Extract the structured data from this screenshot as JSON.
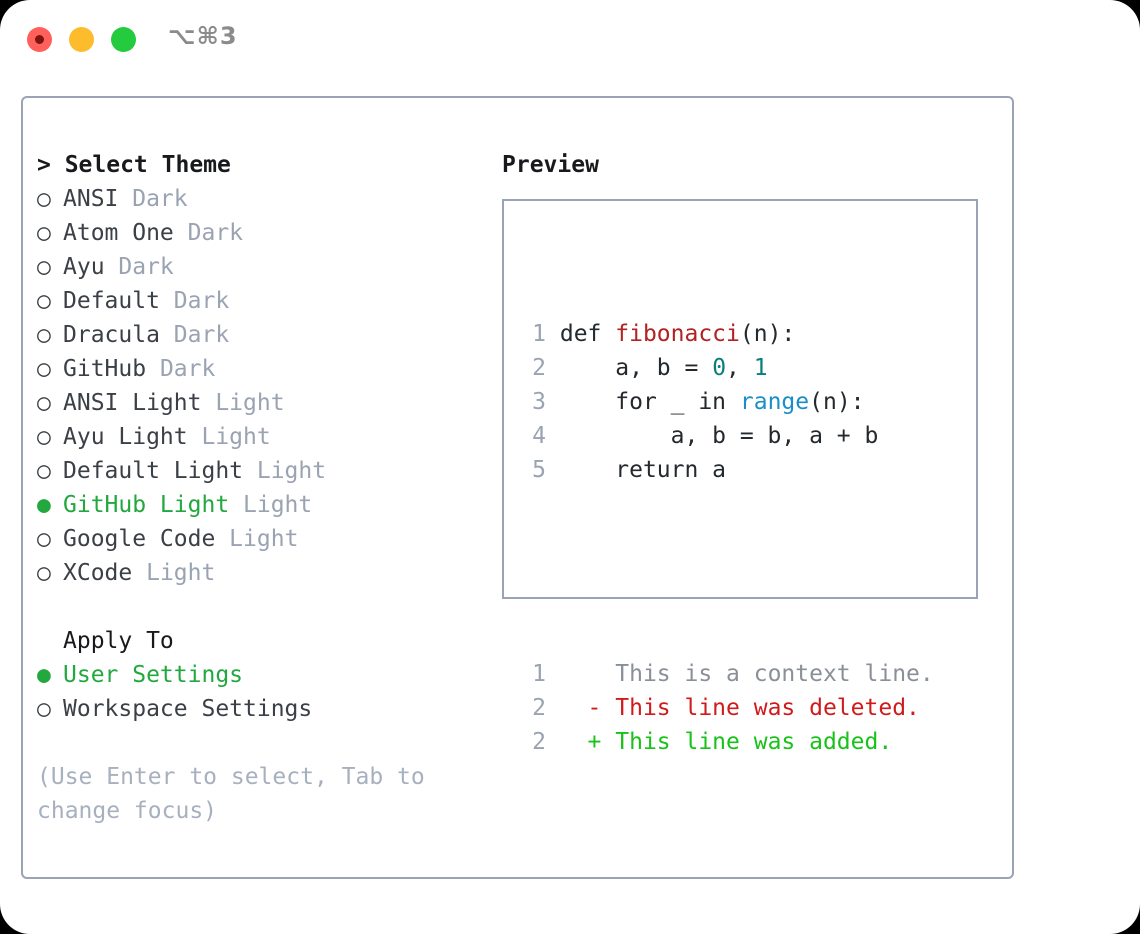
{
  "window": {
    "shortcut": "⌥⌘3",
    "traffic_lights": [
      {
        "name": "close",
        "color": "#ff605c"
      },
      {
        "name": "minimize",
        "color": "#fdbc2c"
      },
      {
        "name": "maximize",
        "color": "#25cb3e"
      }
    ]
  },
  "theme_picker": {
    "header": "> Select Theme",
    "selected_bullet": "●",
    "unselected_bullet": "○",
    "items": [
      {
        "label": "ANSI",
        "tag": "Dark",
        "selected": false
      },
      {
        "label": "Atom One",
        "tag": "Dark",
        "selected": false
      },
      {
        "label": "Ayu",
        "tag": "Dark",
        "selected": false
      },
      {
        "label": "Default",
        "tag": "Dark",
        "selected": false
      },
      {
        "label": "Dracula",
        "tag": "Dark",
        "selected": false
      },
      {
        "label": "GitHub",
        "tag": "Dark",
        "selected": false
      },
      {
        "label": "ANSI Light",
        "tag": "Light",
        "selected": false
      },
      {
        "label": "Ayu Light",
        "tag": "Light",
        "selected": false
      },
      {
        "label": "Default Light",
        "tag": "Light",
        "selected": false
      },
      {
        "label": "GitHub Light",
        "tag": "Light",
        "selected": true
      },
      {
        "label": "Google Code",
        "tag": "Light",
        "selected": false
      },
      {
        "label": "XCode",
        "tag": "Light",
        "selected": false
      }
    ]
  },
  "apply_to": {
    "header": "Apply To",
    "items": [
      {
        "label": "User Settings",
        "selected": true
      },
      {
        "label": "Workspace Settings",
        "selected": false
      }
    ]
  },
  "hint": "(Use Enter to select, Tab to change focus)",
  "preview": {
    "header": "Preview",
    "code_lines": [
      {
        "num": "1",
        "indent": "",
        "tokens": [
          {
            "t": "def ",
            "k": "plain"
          },
          {
            "t": "fibonacci",
            "k": "fn"
          },
          {
            "t": "(n):",
            "k": "plain"
          }
        ]
      },
      {
        "num": "2",
        "indent": "    ",
        "tokens": [
          {
            "t": "a, b = ",
            "k": "plain"
          },
          {
            "t": "0",
            "k": "num"
          },
          {
            "t": ", ",
            "k": "plain"
          },
          {
            "t": "1",
            "k": "num"
          }
        ]
      },
      {
        "num": "3",
        "indent": "    ",
        "tokens": [
          {
            "t": "for _ in ",
            "k": "plain"
          },
          {
            "t": "range",
            "k": "call"
          },
          {
            "t": "(n):",
            "k": "plain"
          }
        ]
      },
      {
        "num": "4",
        "indent": "        ",
        "tokens": [
          {
            "t": "a, b = b, a + b",
            "k": "plain"
          }
        ]
      },
      {
        "num": "5",
        "indent": "    ",
        "tokens": [
          {
            "t": "return a",
            "k": "plain"
          }
        ]
      }
    ],
    "diff_lines": [
      {
        "num": "1",
        "marker": " ",
        "text": "This is a context line.",
        "kind": "ctx"
      },
      {
        "num": "2",
        "marker": "-",
        "text": "This line was deleted.",
        "kind": "del"
      },
      {
        "num": "2",
        "marker": "+",
        "text": "This line was added.",
        "kind": "add"
      }
    ]
  },
  "colors": {
    "accent_green": "#22a83e",
    "muted": "#9aa3b2",
    "hint": "#a7b0bf",
    "border": "#9ba4b4",
    "diff_add": "#19c219",
    "diff_del": "#d01b1b",
    "syntax_function": "#b22222",
    "syntax_number": "#0a7d7d",
    "syntax_call": "#1a8fc7"
  }
}
